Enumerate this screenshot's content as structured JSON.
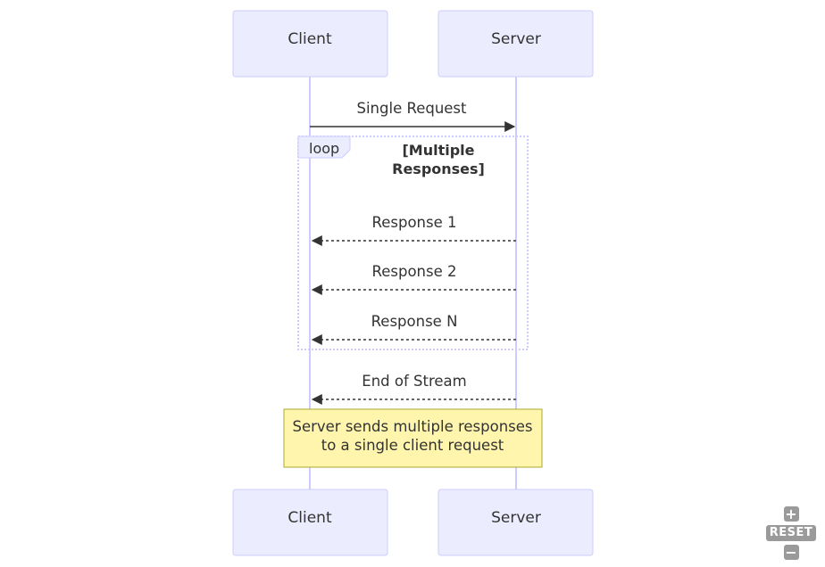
{
  "actors": {
    "client": "Client",
    "server": "Server"
  },
  "messages": {
    "request": "Single Request",
    "response1": "Response 1",
    "response2": "Response 2",
    "responseN": "Response N",
    "end": "End of Stream"
  },
  "loop": {
    "label": "loop",
    "condition_line1": "[Multiple",
    "condition_line2": "Responses]"
  },
  "note": {
    "line1": "Server sends multiple responses",
    "line2": "to a single client request"
  },
  "zoom": {
    "zoom_in": "+",
    "reset": "RESET",
    "zoom_out": "−"
  },
  "colors": {
    "actor_fill": "#ECECFF",
    "actor_border": "#CCCCFF",
    "note_fill": "#FFF5AD",
    "note_border": "#AAAA33",
    "line": "#333333"
  }
}
